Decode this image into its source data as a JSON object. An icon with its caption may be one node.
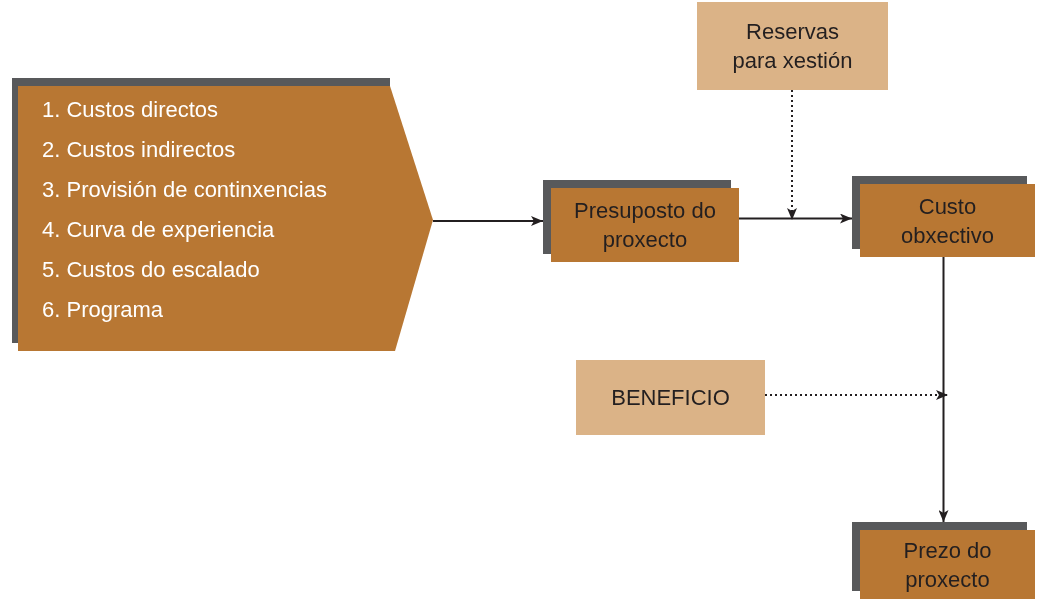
{
  "diagram": {
    "nodes": [
      {
        "text": [
          "1. Custos directos",
          "2. Custos indirectos",
          "3. Provisión de continxencias",
          "4. Curva de experiencia",
          "5. Custos do escalado",
          "6. Programa"
        ]
      },
      {
        "text": [
          "Reservas para xestión"
        ]
      },
      {
        "text": [
          "Presuposto do proxecto"
        ]
      },
      {
        "text": [
          "Custo obxectivo"
        ]
      },
      {
        "text": [
          "BENEFICIO"
        ]
      },
      {
        "text": [
          "Prezo do proxecto"
        ]
      }
    ],
    "edges": [
      {
        "from": 0,
        "to": 2,
        "arrow": "to"
      },
      {
        "from": 2,
        "to": 3,
        "arrow": "to"
      },
      {
        "from": 1,
        "to": null,
        "arrow": "to",
        "style": "dashed"
      },
      {
        "from": 3,
        "to": 5,
        "arrow": "to"
      },
      {
        "from": 4,
        "to": null,
        "arrow": "to",
        "style": "dashed"
      }
    ]
  }
}
